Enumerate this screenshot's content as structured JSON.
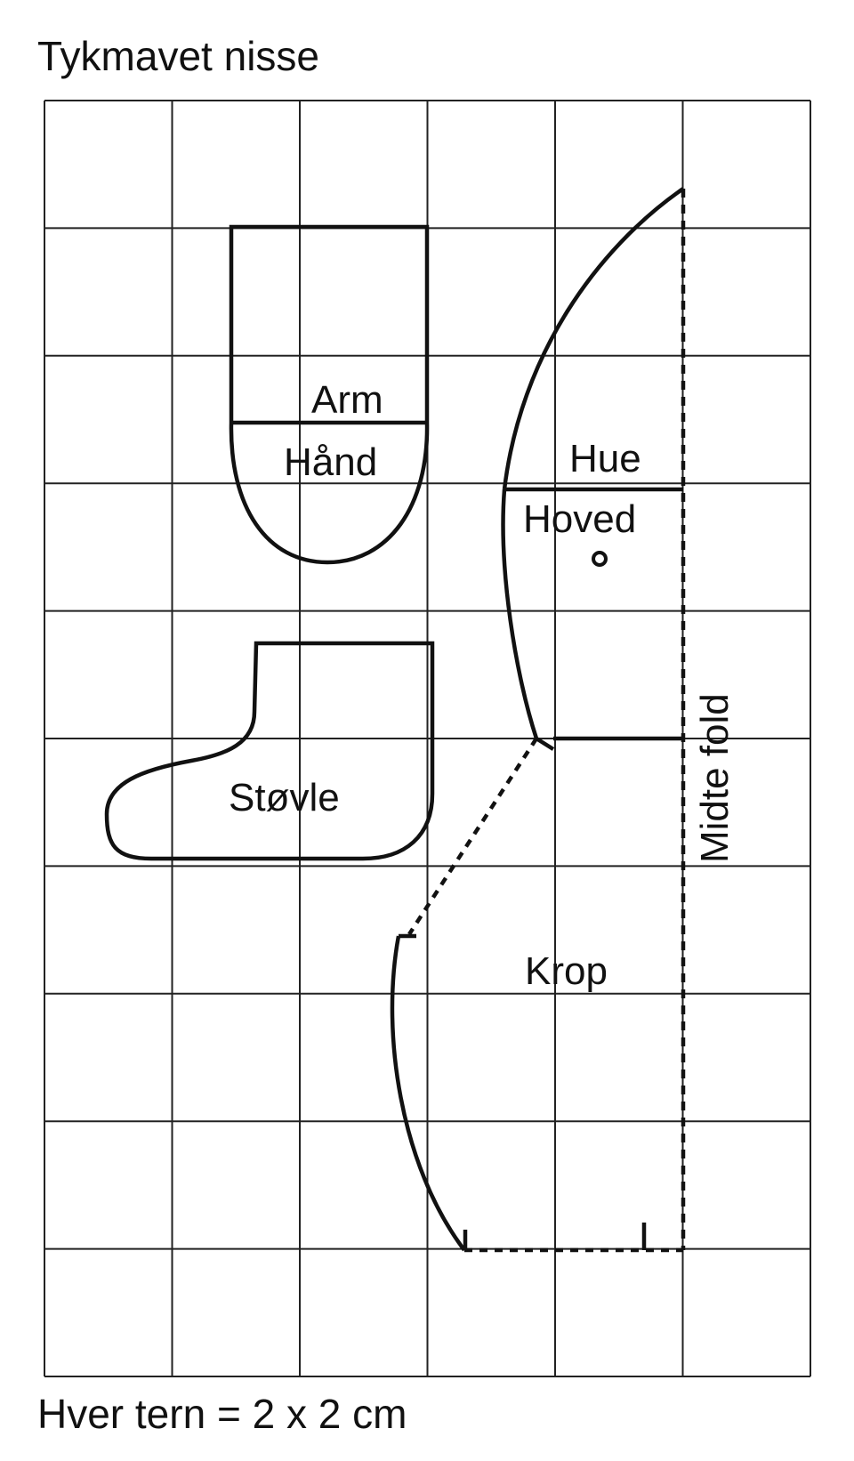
{
  "title": "Tykmavet nisse",
  "footer": "Hver tern = 2 x 2 cm",
  "grid": {
    "columns": 6,
    "rows": 10
  },
  "labels": {
    "arm": "Arm",
    "hand": "Hånd",
    "hat": "Hue",
    "head": "Hoved",
    "boot": "Støvle",
    "body": "Krop",
    "fold": "Midte fold"
  },
  "colors": {
    "line": "#111111",
    "grid": "#222222",
    "background": "#ffffff"
  }
}
